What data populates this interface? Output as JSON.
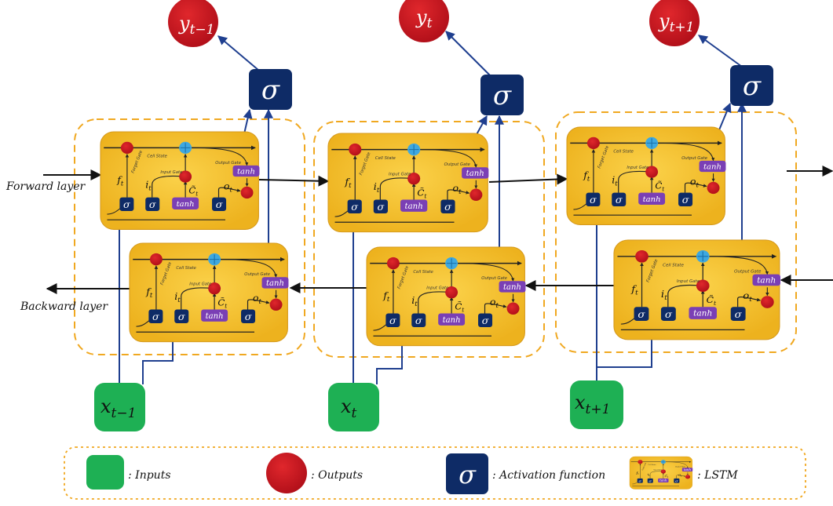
{
  "nodes": {
    "outputs": [
      {
        "main": "y",
        "sub": "t−1"
      },
      {
        "main": "y",
        "sub": "t"
      },
      {
        "main": "y",
        "sub": "t+1"
      }
    ],
    "inputs": [
      {
        "main": "x",
        "sub": "t−1"
      },
      {
        "main": "x",
        "sub": "t"
      },
      {
        "main": "x",
        "sub": "t+1"
      }
    ],
    "sigma": "σ"
  },
  "cell": {
    "cell_state": "Cell State",
    "forget_gate": "Forget Gate",
    "input_gate": "Input Gate",
    "output_gate": "Output Gate",
    "tanh": "tanh",
    "sigma": "σ",
    "f": "f",
    "f_sub": "t",
    "i": "i",
    "i_sub": "t",
    "o": "o",
    "o_sub": "t",
    "c": "C̃",
    "c_sub": "t"
  },
  "layers": {
    "forward": "Forward layer",
    "backward": "Backward layer"
  },
  "legend": {
    "inputs": ": Inputs",
    "outputs": ": Outputs",
    "activation_symbol": "σ",
    "activation": ": Activation function",
    "lstm": ": LSTM"
  },
  "colors": {
    "cell_fill": "#F5C12C",
    "cell_border": "#D69A1C",
    "output_red": "#C8151B",
    "input_green": "#1EB054",
    "sigma_navy": "#0E2B66",
    "line_blue": "#1F3F8F",
    "tanh_purple": "#7A3FB5",
    "dash_orange": "#F0A820",
    "cyan_node": "#3EA8E0"
  }
}
